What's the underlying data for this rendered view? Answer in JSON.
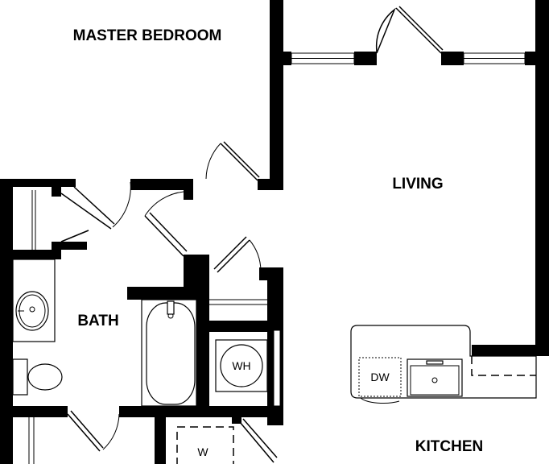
{
  "rooms": {
    "master_bedroom": "MASTER BEDROOM",
    "living": "LIVING",
    "bath": "BATH",
    "kitchen": "KITCHEN"
  },
  "fixtures": {
    "water_heater": "WH",
    "dishwasher": "DW",
    "washer": "W"
  },
  "colors": {
    "wall": "#000000",
    "background": "#ffffff"
  }
}
